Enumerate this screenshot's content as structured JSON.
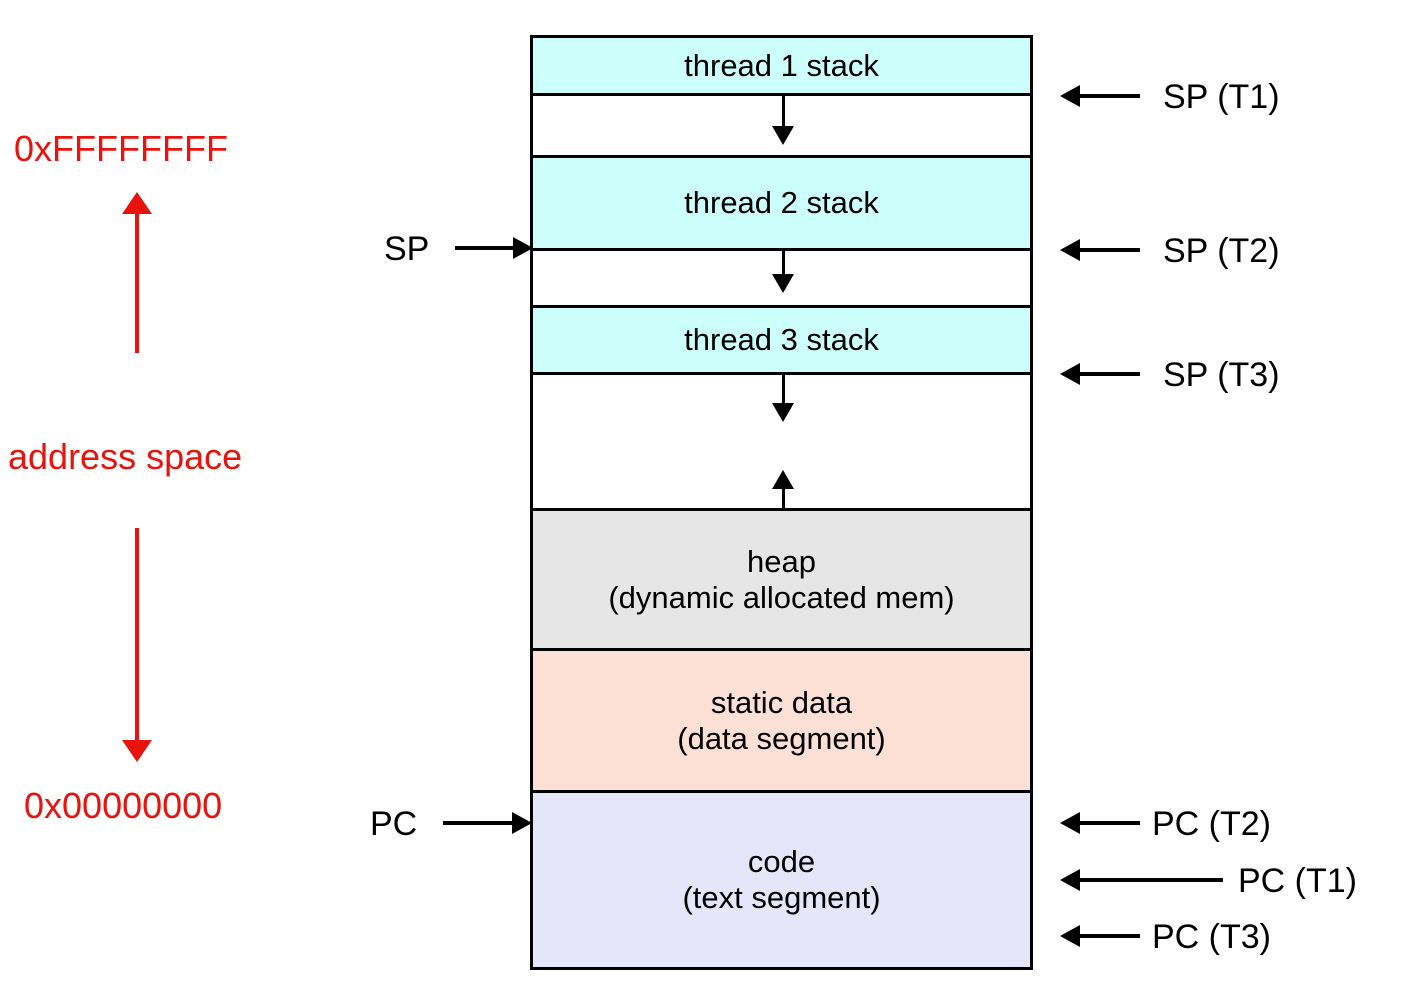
{
  "diagram": {
    "title": "process address space with three thread stacks",
    "colors": {
      "stack_fill": "#ccfffc",
      "heap_fill": "#e6e6e6",
      "static_fill": "#fce0d6",
      "code_fill": "#e6e6fa",
      "accent_red": "#e8130d",
      "outline": "#000000",
      "background": "#ffffff"
    }
  },
  "address_scale": {
    "top_address": "0xFFFFFFFF",
    "bottom_address": "0x00000000",
    "label": "address space",
    "up_arrow_icon": "arrow-up-icon",
    "down_arrow_icon": "arrow-down-icon"
  },
  "segments": [
    {
      "id": "thread1-stack",
      "line1": "thread 1 stack",
      "line2": "",
      "fill": "stack"
    },
    {
      "id": "gap1",
      "line1": "",
      "line2": "",
      "fill": "blank"
    },
    {
      "id": "thread2-stack",
      "line1": "thread 2 stack",
      "line2": "",
      "fill": "stack"
    },
    {
      "id": "gap2",
      "line1": "",
      "line2": "",
      "fill": "blank"
    },
    {
      "id": "thread3-stack",
      "line1": "thread 3 stack",
      "line2": "",
      "fill": "stack"
    },
    {
      "id": "gap3",
      "line1": "",
      "line2": "",
      "fill": "blank"
    },
    {
      "id": "heap",
      "line1": "heap",
      "line2": "(dynamic allocated mem)",
      "fill": "heap"
    },
    {
      "id": "static-data",
      "line1": "static data",
      "line2": "(data segment)",
      "fill": "static"
    },
    {
      "id": "code",
      "line1": "code",
      "line2": "(text segment)",
      "fill": "code"
    }
  ],
  "left_pointers": [
    {
      "id": "sp",
      "label": "SP",
      "icon": "arrow-right-icon"
    },
    {
      "id": "pc",
      "label": "PC",
      "icon": "arrow-right-icon"
    }
  ],
  "right_pointers": [
    {
      "id": "sp-t1",
      "label": "SP (T1)",
      "icon": "arrow-left-icon"
    },
    {
      "id": "sp-t2",
      "label": "SP (T2)",
      "icon": "arrow-left-icon"
    },
    {
      "id": "sp-t3",
      "label": "SP (T3)",
      "icon": "arrow-left-icon"
    },
    {
      "id": "pc-t2",
      "label": "PC (T2)",
      "icon": "arrow-left-icon"
    },
    {
      "id": "pc-t1",
      "label": "PC (T1)",
      "icon": "arrow-left-icon"
    },
    {
      "id": "pc-t3",
      "label": "PC (T3)",
      "icon": "arrow-left-icon"
    }
  ],
  "growth_arrows": [
    {
      "id": "stack1-growth",
      "direction": "down"
    },
    {
      "id": "stack2-growth",
      "direction": "down"
    },
    {
      "id": "stack3-growth",
      "direction": "down"
    },
    {
      "id": "heap-growth",
      "direction": "up"
    }
  ]
}
